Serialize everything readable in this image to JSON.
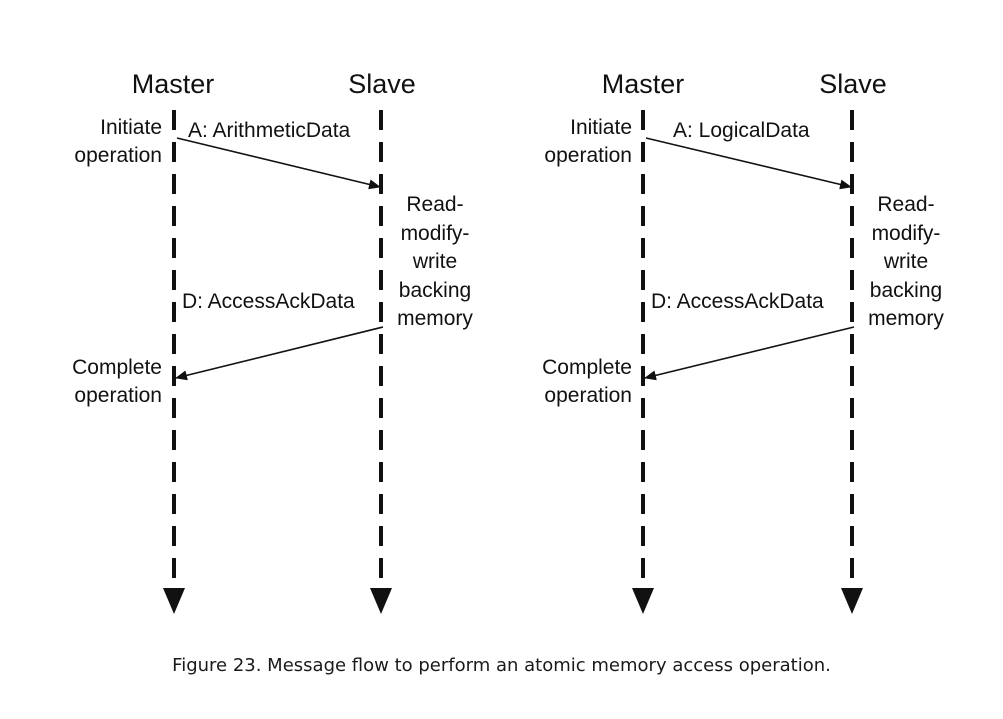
{
  "panels": [
    {
      "master_heading": "Master",
      "slave_heading": "Slave",
      "initiate_lines": [
        "Initiate",
        "operation"
      ],
      "request_message": "A: ArithmeticData",
      "slave_action_lines": [
        "Read-",
        "modify-",
        "write",
        "backing",
        "memory"
      ],
      "response_message": "D: AccessAckData",
      "complete_lines": [
        "Complete",
        "operation"
      ]
    },
    {
      "master_heading": "Master",
      "slave_heading": "Slave",
      "initiate_lines": [
        "Initiate",
        "operation"
      ],
      "request_message": "A: LogicalData",
      "slave_action_lines": [
        "Read-",
        "modify-",
        "write",
        "backing",
        "memory"
      ],
      "response_message": "D: AccessAckData",
      "complete_lines": [
        "Complete",
        "operation"
      ]
    }
  ],
  "caption": "Figure 23. Message flow to perform an atomic memory access operation."
}
